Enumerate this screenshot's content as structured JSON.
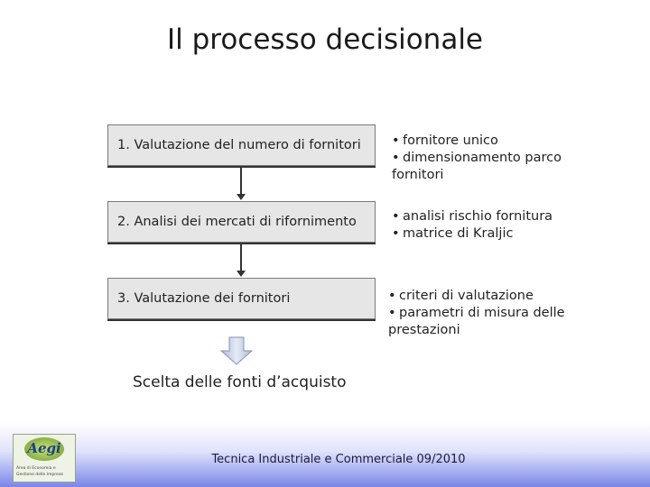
{
  "title": "Il processo decisionale",
  "steps": [
    {
      "label": "1. Valutazione del numero di fornitori",
      "notes": [
        "fornitore unico",
        "dimensionamento parco",
        "fornitori"
      ]
    },
    {
      "label": "2. Analisi dei mercati di rifornimento",
      "notes": [
        "analisi rischio fornitura",
        "matrice di Kraljic"
      ]
    },
    {
      "label": "3. Valutazione dei fornitori",
      "notes": [
        "criteri di valutazione",
        "parametri di misura delle",
        "prestazioni"
      ]
    }
  ],
  "result": "Scelta delle fonti d’acquisto",
  "footer": "Tecnica Industriale e Commerciale 09/2010",
  "logo": {
    "name": "Aegi",
    "subtitle_line1": "Area di Economia e",
    "subtitle_line2": "Gestione delle Imprese"
  },
  "colors": {
    "box_fill": "#e6e6e6",
    "footer_gradient_end": "#7a86e8",
    "fat_arrow": "#c9d4ea"
  }
}
